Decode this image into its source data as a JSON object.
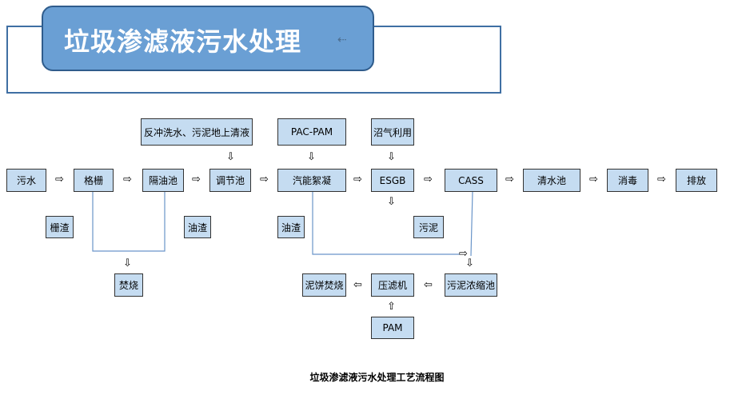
{
  "header": {
    "title": "垃圾渗滤液污水处理"
  },
  "diagram": {
    "main_flow": [
      "污水",
      "格栅",
      "隔油池",
      "调节池",
      "汽能絮凝",
      "ESGB",
      "CASS",
      "清水池",
      "消毒",
      "排放"
    ],
    "inputs": {
      "backwash": "反冲洗水、污泥地上清液",
      "pac_pam": "PAC-PAM",
      "biogas": "沼气利用",
      "pam": "PAM"
    },
    "byproducts": {
      "screen_residue": "栅渣",
      "oil_residue_1": "油渣",
      "oil_residue_2": "油渣",
      "sludge": "污泥",
      "incineration": "焚烧"
    },
    "sludge_line": {
      "cake_incineration": "泥饼焚烧",
      "filter_press": "压滤机",
      "thickening_tank": "污泥浓缩池"
    }
  },
  "caption": "垃圾渗滤液污水处理工艺流程图"
}
